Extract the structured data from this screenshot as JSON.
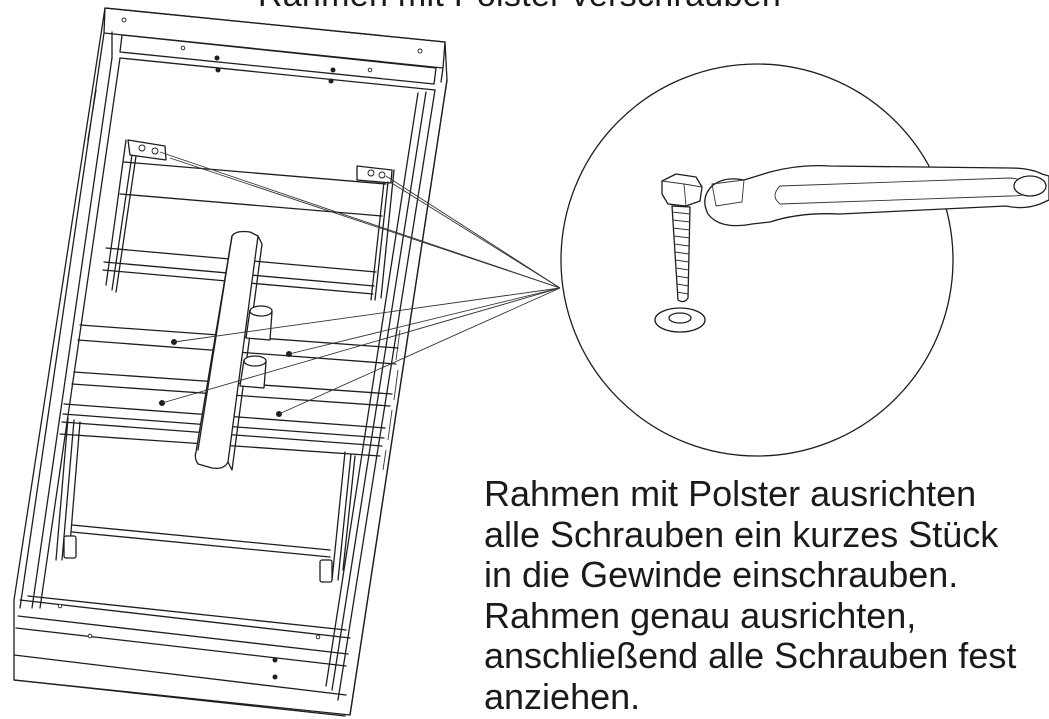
{
  "title": "Rahmen mit Polster verschrauben",
  "instructions": [
    "Rahmen mit Polster ausrichten",
    "alle Schrauben ein kurzes Stück",
    "in die Gewinde einschrauben.",
    "Rahmen genau ausrichten,",
    "anschließend alle Schrauben fest",
    "anziehen."
  ],
  "colors": {
    "line": "#1e1e1e",
    "background": "#ffffff"
  },
  "icons": [
    "frame-drawing",
    "bolt-icon",
    "wrench-icon",
    "washer-icon",
    "detail-circle"
  ]
}
